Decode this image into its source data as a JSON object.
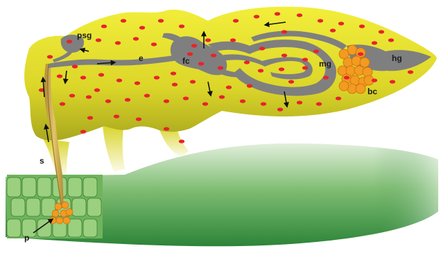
{
  "labels": {
    "psg": "psg",
    "e": "e",
    "fc": "fc",
    "mg": "mg",
    "hg": "hg",
    "bc": "bc",
    "s": "s",
    "p": "p"
  },
  "colors": {
    "body_fill": "#e6e21e",
    "gut_fill": "#7f7f7f",
    "particle": "#e8232b",
    "bacteriome": "#f39a21",
    "plant_dark": "#2f8a3a",
    "plant_light": "#e4f0df",
    "cell_fill": "#9bd07f",
    "stylet": "#caa44a",
    "arrow": "#111111"
  }
}
